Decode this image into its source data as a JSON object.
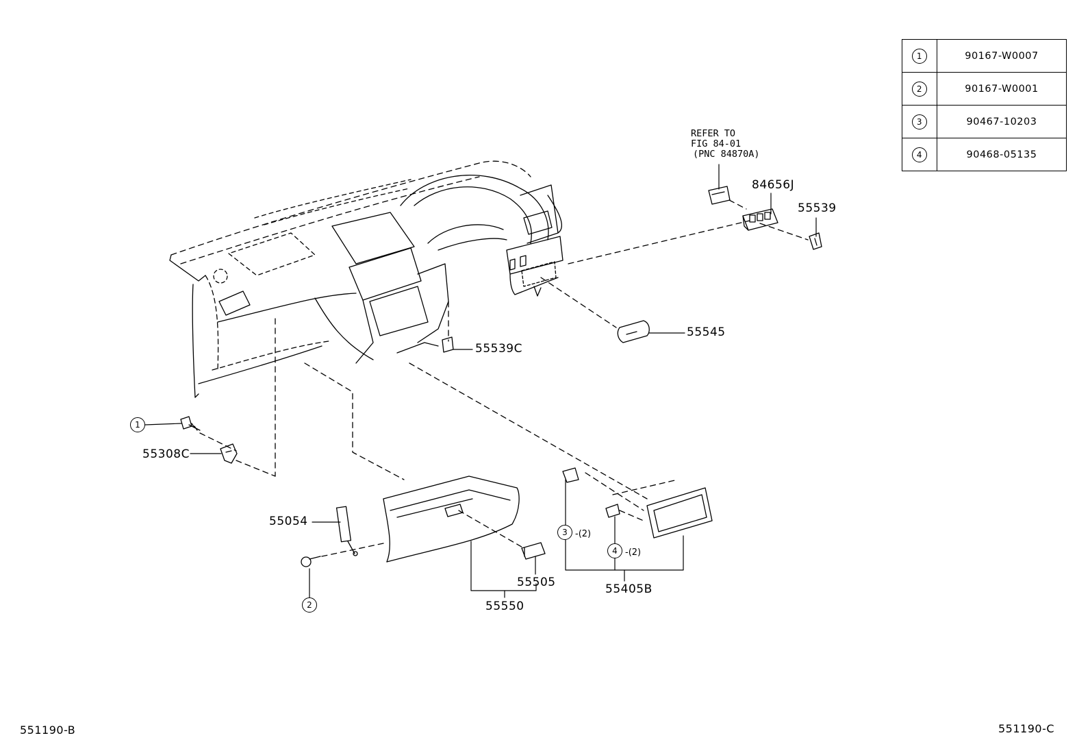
{
  "reference_table": [
    {
      "key": "1",
      "part": "90167-W0007"
    },
    {
      "key": "2",
      "part": "90167-W0001"
    },
    {
      "key": "3",
      "part": "90467-10203"
    },
    {
      "key": "4",
      "part": "90468-05135"
    }
  ],
  "refer_note": {
    "line1": "REFER TO",
    "line2": "FIG 84-01",
    "line3": "(PNC 84870A)"
  },
  "callouts": {
    "c1": "1",
    "c2": "2",
    "c3": "3",
    "c4": "4"
  },
  "quantities": {
    "q3": "-(2)",
    "q4": "-(2)"
  },
  "part_labels": {
    "p84656j": "84656J",
    "p55539": "55539",
    "p55545": "55545",
    "p55539c": "55539C",
    "p55308c": "55308C",
    "p55054": "55054",
    "p55505": "55505",
    "p55550": "55550",
    "p55405b": "55405B"
  },
  "footer": {
    "left_code": "551190-B",
    "right_code": "551190-C"
  }
}
